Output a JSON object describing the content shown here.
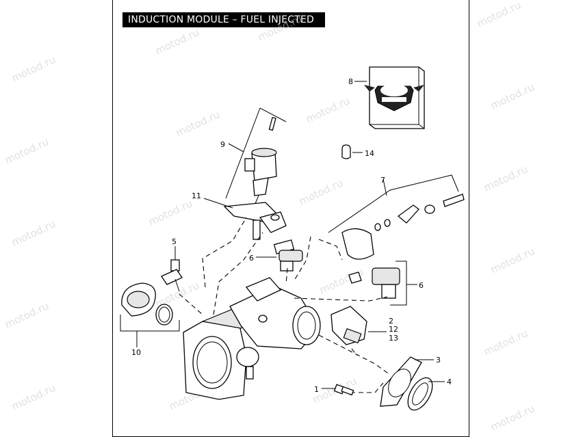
{
  "title": "INDUCTION MODULE – FUEL INJECTED",
  "watermark": "motod.ru",
  "callouts": {
    "c1": "1",
    "c2": "2",
    "c3": "3",
    "c4": "4",
    "c5": "5",
    "c6a": "6",
    "c6b": "6",
    "c7": "7",
    "c8": "8",
    "c9": "9",
    "c10": "10",
    "c11": "11",
    "c12": "12",
    "c13": "13",
    "c14": "14"
  },
  "colors": {
    "line": "#000000",
    "title_bg": "#000000",
    "title_fg": "#ffffff",
    "watermark": "#c8c8c8"
  },
  "icons": {
    "genuine_box": "genuine-motor-parts-box-icon"
  }
}
